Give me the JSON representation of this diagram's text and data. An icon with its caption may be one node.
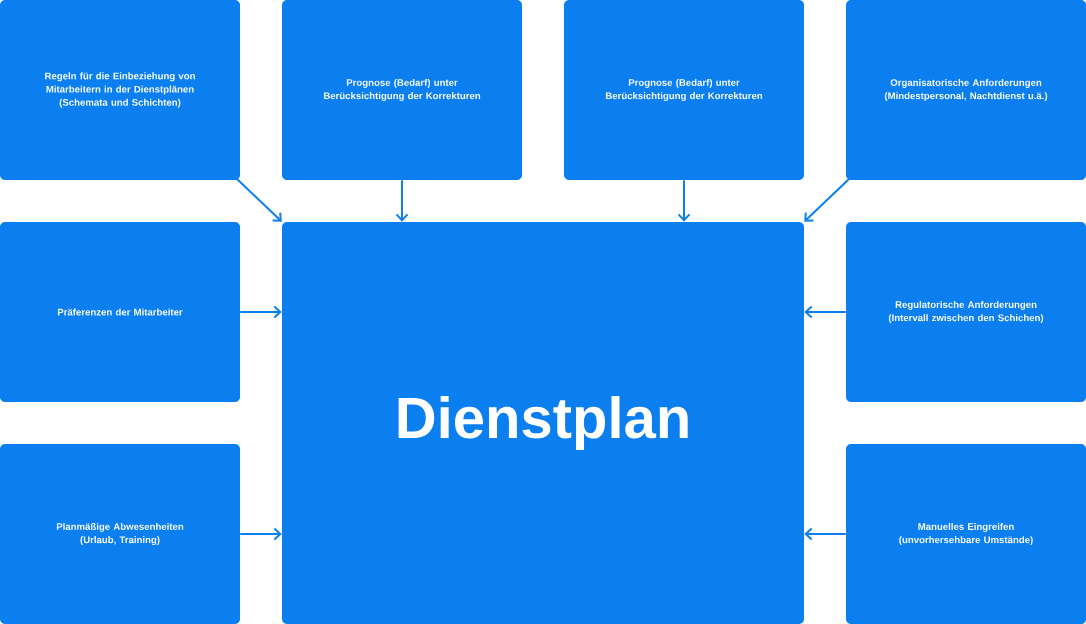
{
  "diagram": {
    "nodes": [
      {
        "text": [
          "Regeln für die Einbeziehung von Mitarbeitern in der Dienstplänen (Schemata und Schichten)"
        ]
      },
      {
        "text": [
          "Prognose (Bedarf) unter Berücksichtigung der Korrekturen"
        ]
      },
      {
        "text": [
          "Prognose (Bedarf) unter Berücksichtigung der Korrekturen"
        ]
      },
      {
        "text": [
          "Organisatorische Anforderungen (Mindestpersonal, Nachtdienst u.ä.)"
        ]
      },
      {
        "text": [
          "Präferenzen der Mitarbeiter"
        ]
      },
      {
        "text": [
          "Dienstplan"
        ]
      },
      {
        "text": [
          "Regulatorische Anforderungen (Intervall zwischen den Schichen)"
        ]
      },
      {
        "text": [
          "Planmäßige Abwesenheiten (Urlaub, Training)"
        ]
      },
      {
        "text": [
          "Manuelles Eingreifen (unvorhersehbare Umstände)"
        ]
      }
    ],
    "edges": [
      {
        "from": 0,
        "to": 5,
        "arrow": "to"
      },
      {
        "from": 1,
        "to": 5,
        "arrow": "to"
      },
      {
        "from": 2,
        "to": 5,
        "arrow": "to"
      },
      {
        "from": 3,
        "to": 5,
        "arrow": "to"
      },
      {
        "from": 4,
        "to": 5,
        "arrow": "to"
      },
      {
        "from": 6,
        "to": 5,
        "arrow": "to"
      },
      {
        "from": 7,
        "to": 5,
        "arrow": "to"
      },
      {
        "from": 8,
        "to": 5,
        "arrow": "to"
      }
    ]
  }
}
